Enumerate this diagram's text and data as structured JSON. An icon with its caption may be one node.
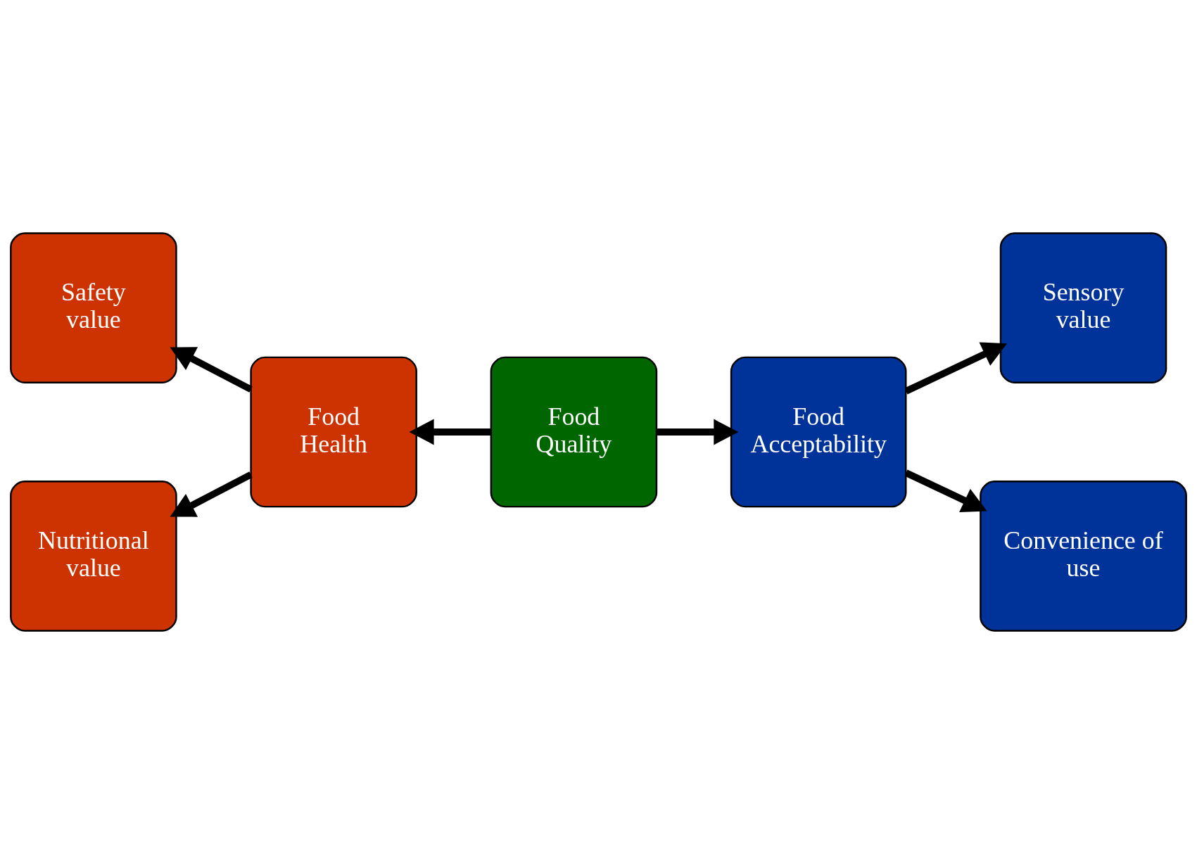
{
  "diagram": {
    "nodes": [
      {
        "text": [
          "Safety value"
        ]
      },
      {
        "text": [
          "Sensory value"
        ]
      },
      {
        "text": [
          "Food Health"
        ]
      },
      {
        "text": [
          "Food Quality"
        ]
      },
      {
        "text": [
          "Food Acceptability"
        ]
      },
      {
        "text": [
          "Nutritional value"
        ]
      },
      {
        "text": [
          "Convenience of use"
        ]
      }
    ],
    "edges": [
      {
        "from": 3,
        "to": 2,
        "arrow": "to"
      },
      {
        "from": 3,
        "to": 4,
        "arrow": "to"
      },
      {
        "from": 2,
        "to": 0,
        "arrow": "to"
      },
      {
        "from": 2,
        "to": 5,
        "arrow": "to"
      },
      {
        "from": 4,
        "to": 1,
        "arrow": "to"
      },
      {
        "from": 4,
        "to": 6,
        "arrow": "to"
      }
    ]
  }
}
